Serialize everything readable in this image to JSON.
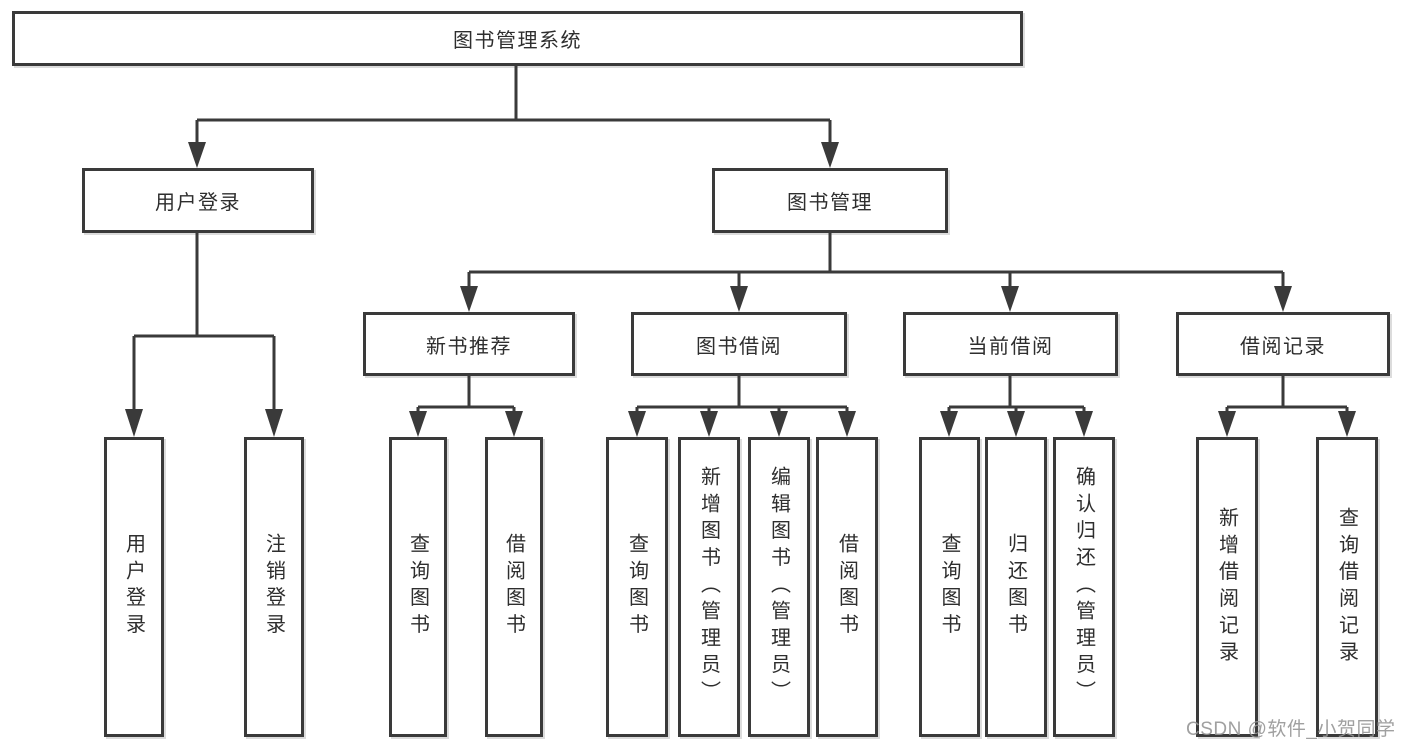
{
  "structure": {
    "root": "图书管理系统",
    "children": [
      {
        "label": "用户登录",
        "children": [
          "用户登录",
          "注销登录"
        ]
      },
      {
        "label": "图书管理",
        "children": [
          {
            "label": "新书推荐",
            "children": [
              "查询图书",
              "借阅图书"
            ]
          },
          {
            "label": "图书借阅",
            "children": [
              "查询图书",
              "新增图书（管理员）",
              "编辑图书（管理员）",
              "借阅图书"
            ]
          },
          {
            "label": "当前借阅",
            "children": [
              "查询图书",
              "归还图书",
              "确认归还（管理员）"
            ]
          },
          {
            "label": "借阅记录",
            "children": [
              "新增借阅记录",
              "查询借阅记录"
            ]
          }
        ]
      }
    ]
  },
  "watermark": "CSDN @软件_小贺同学",
  "colors": {
    "line": "#3a3a3a",
    "text": "#2e2e2e",
    "background": "#ffffff",
    "watermark": "#969696"
  }
}
